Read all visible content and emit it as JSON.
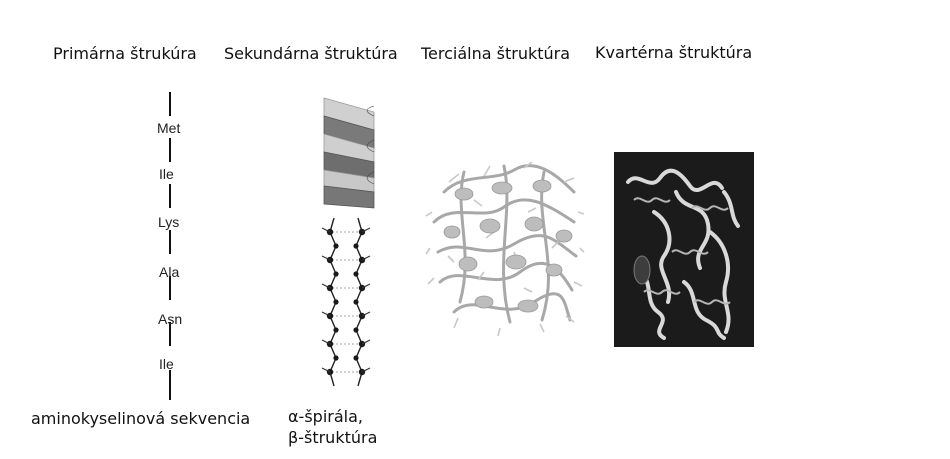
{
  "headings": {
    "primary": "Primárna štrukúra",
    "secondary": "Sekundárna štruktúra",
    "tertiary": "Terciálna štruktúra",
    "quaternary": "Kvartérna štruktúra"
  },
  "primary_chain": [
    "Met",
    "Ile",
    "Lys",
    "Ala",
    "Asn",
    "Ile"
  ],
  "captions": {
    "primary": "aminokyselinová sekvencia",
    "secondary_line1": "α-špirála,",
    "secondary_line2": "β-štruktúra"
  },
  "colors": {
    "text": "#111111",
    "helix_light": "#cfcfcf",
    "helix_dark": "#6e6e6e",
    "quaternary_background": "#1b1b1b",
    "protein_light": "#d9d9d9"
  }
}
